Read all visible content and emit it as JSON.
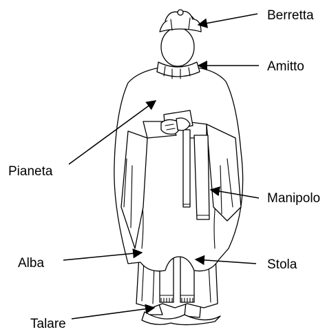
{
  "labels": {
    "berretta": "Berretta",
    "amitto": "Amitto",
    "pianeta": "Pianeta",
    "manipolo": "Manipolo",
    "alba": "Alba",
    "stola": "Stola",
    "talare": "Talare"
  },
  "colors": {
    "line": "#000000",
    "background": "#ffffff"
  }
}
